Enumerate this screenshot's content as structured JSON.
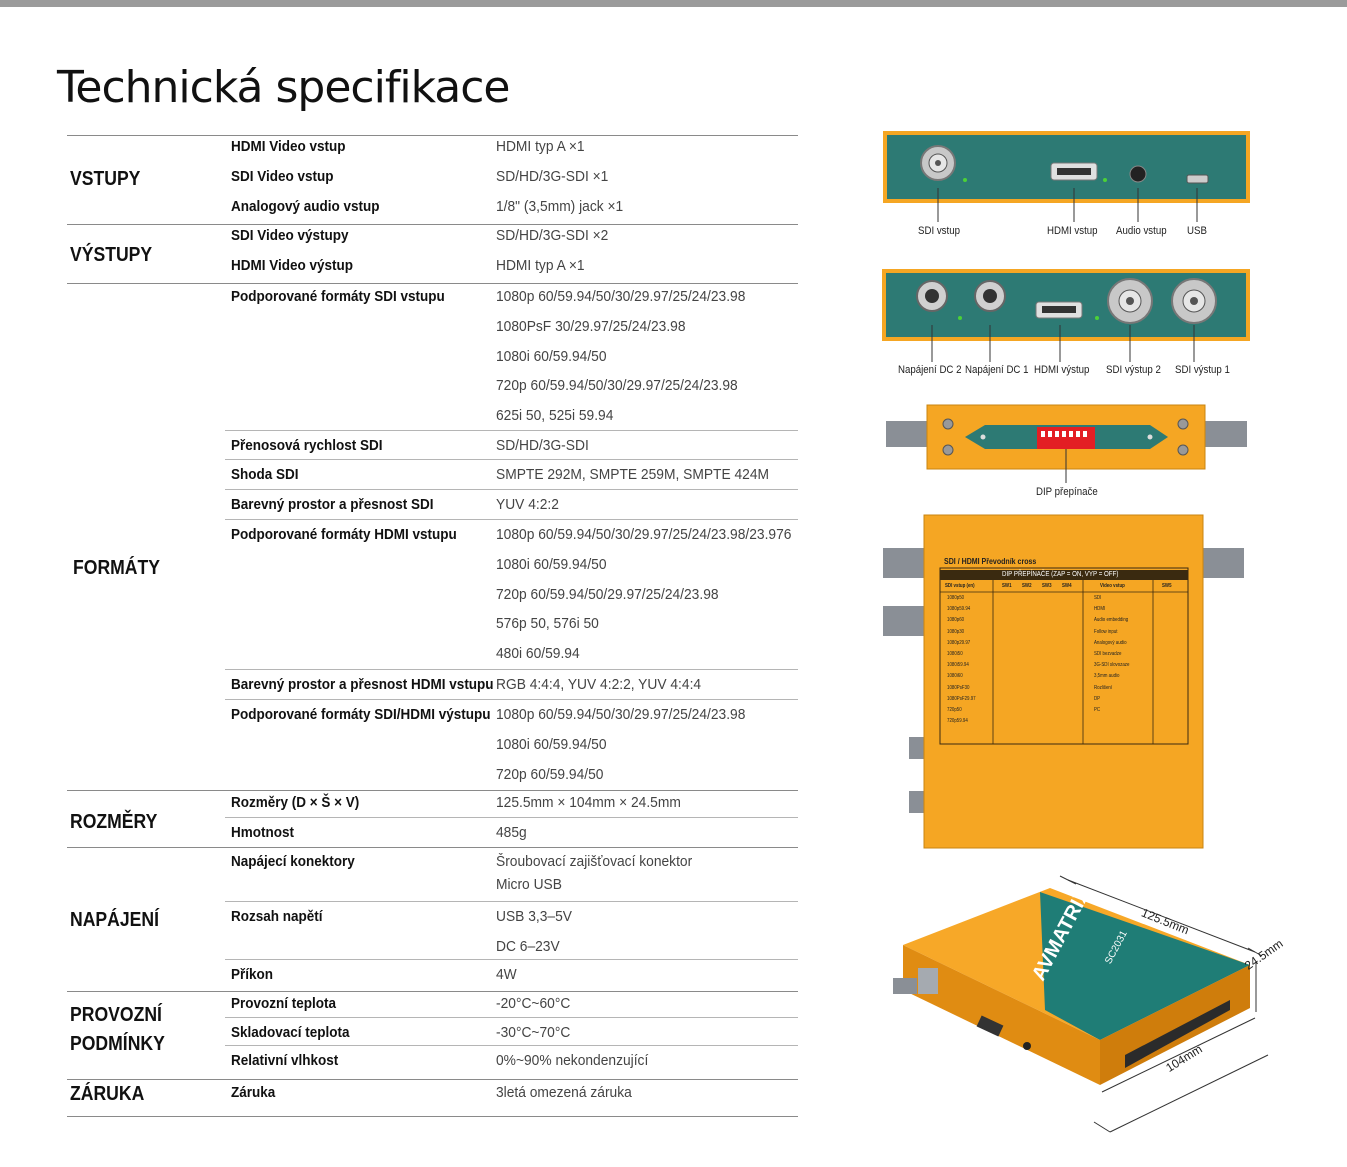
{
  "title": "Technická specifikace",
  "sections": [
    {
      "label": "VSTUPY",
      "rows": [
        {
          "key": "HDMI Video vstup",
          "values": [
            "HDMI typ A ×1"
          ]
        },
        {
          "key": "SDI Video vstup",
          "values": [
            "SD/HD/3G-SDI ×1"
          ]
        },
        {
          "key": "Analogový audio vstup",
          "values": [
            "1/8\" (3,5mm) jack ×1"
          ]
        }
      ]
    },
    {
      "label": "VÝSTUPY",
      "rows": [
        {
          "key": "SDI Video výstupy",
          "values": [
            "SD/HD/3G-SDI ×2"
          ]
        },
        {
          "key": "HDMI Video výstup",
          "values": [
            "HDMI typ A ×1"
          ]
        }
      ]
    },
    {
      "label": "FORMÁTY",
      "rows": [
        {
          "key": "Podporované formáty SDI vstupu",
          "values": [
            "1080p 60/59.94/50/30/29.97/25/24/23.98",
            "1080PsF 30/29.97/25/24/23.98",
            "1080i 60/59.94/50",
            "720p 60/59.94/50/30/29.97/25/24/23.98",
            "625i 50, 525i 59.94"
          ]
        },
        {
          "key": "Přenosová rychlost SDI",
          "values": [
            "SD/HD/3G-SDI"
          ]
        },
        {
          "key": "Shoda SDI",
          "values": [
            "SMPTE 292M, SMPTE 259M, SMPTE 424M"
          ]
        },
        {
          "key": "Barevný prostor a přesnost SDI",
          "values": [
            "YUV 4:2:2"
          ]
        },
        {
          "key": "Podporované formáty HDMI vstupu",
          "values": [
            "1080p 60/59.94/50/30/29.97/25/24/23.98/23.976",
            "1080i 60/59.94/50",
            "720p 60/59.94/50/29.97/25/24/23.98",
            "576p 50, 576i 50",
            "480i 60/59.94"
          ]
        },
        {
          "key": "Barevný prostor a přesnost HDMI vstupu",
          "values": [
            "RGB 4:4:4, YUV 4:2:2, YUV 4:4:4"
          ]
        },
        {
          "key": "Podporované formáty SDI/HDMI výstupu",
          "values": [
            "1080p 60/59.94/50/30/29.97/25/24/23.98",
            "1080i 60/59.94/50",
            "720p 60/59.94/50"
          ]
        }
      ]
    },
    {
      "label": "ROZMĚRY",
      "rows": [
        {
          "key": "Rozměry (D × Š × V)",
          "values": [
            "125.5mm × 104mm × 24.5mm"
          ]
        },
        {
          "key": "Hmotnost",
          "values": [
            "485g"
          ]
        }
      ]
    },
    {
      "label": "NAPÁJENÍ",
      "rows": [
        {
          "key": "Napájecí konektory",
          "values": [
            "Šroubovací zajišťovací konektor",
            "Micro USB"
          ]
        },
        {
          "key": "Rozsah napětí",
          "values": [
            "USB 3,3–5V",
            "DC 6–23V"
          ]
        },
        {
          "key": "Příkon",
          "values": [
            "4W"
          ]
        }
      ]
    },
    {
      "label": "PROVOZNÍ\nPODMÍNKY",
      "rows": [
        {
          "key": "Provozní teplota",
          "values": [
            "-20°C~60°C"
          ]
        },
        {
          "key": "Skladovací teplota",
          "values": [
            "-30°C~70°C"
          ]
        },
        {
          "key": "Relativní vlhkost",
          "values": [
            "0%~90% nekondenzující"
          ]
        }
      ]
    },
    {
      "label": "ZÁRUKA",
      "rows": [
        {
          "key": "Záruka",
          "values": [
            "3letá omezená záruka"
          ]
        }
      ]
    }
  ],
  "figures": {
    "input_panel_labels": [
      "SDI vstup",
      "HDMI vstup",
      "Audio vstup",
      "USB"
    ],
    "output_panel_labels": [
      "Napájení DC 2",
      "Napájení DC 1",
      "HDMI výstup",
      "SDI výstup 2",
      "SDI výstup 1"
    ],
    "dip_label": "DIP přepínače",
    "bottom_panel": {
      "title": "SDI / HDMI Převodník cross",
      "table_header": "DIP PŘEPÍNAČE (ZAP = ON, VYP = OFF)",
      "left_columns": [
        "SDI vstup (en)",
        "SW1",
        "SW2",
        "SW3",
        "SW4"
      ],
      "right_columns": [
        "Video vstup",
        "SW5"
      ],
      "left_rows": [
        "1080p50",
        "1080p59.94",
        "1080p60",
        "1080p30",
        "1080p29.97",
        "1080i50",
        "1080i59.94",
        "1080i60",
        "1080PsF30",
        "1080PsF29.97",
        "720p50",
        "720p59.94"
      ],
      "right_rows": [
        "SDI",
        "HDMI",
        "Audio embedding",
        "Follow input",
        "Analogový audio",
        "SDI bezvadze",
        "3G-SDI slovozaze",
        "3,5mm audio",
        "Rozlišení",
        "DP",
        "PC"
      ]
    },
    "dimensions": {
      "length": "125.5mm",
      "width": "104mm",
      "height": "24.5mm"
    },
    "brand": "AVMATRIX",
    "model": "SC2031"
  }
}
